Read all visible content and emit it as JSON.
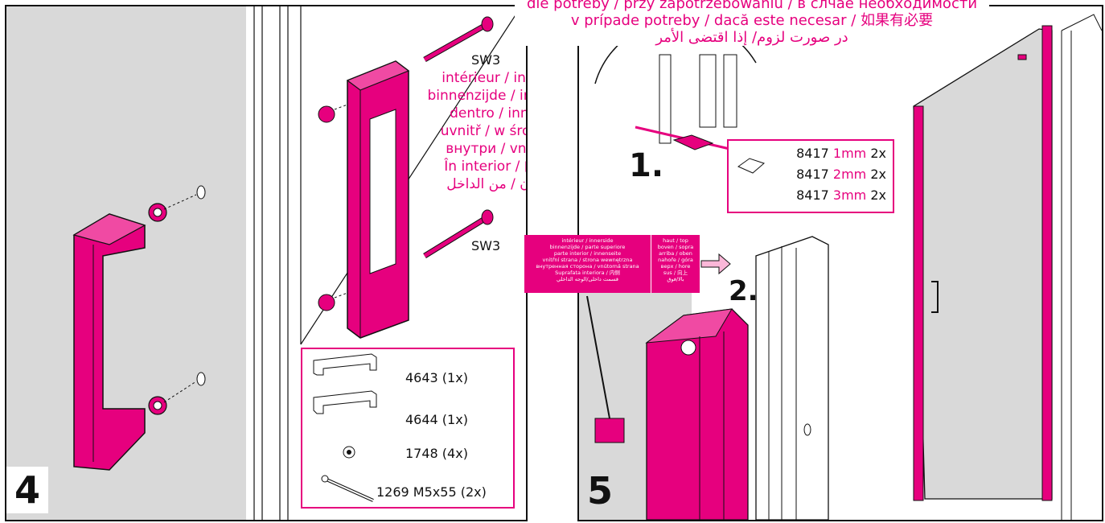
{
  "step4": {
    "number": "4",
    "bolt_label_top": "SW3",
    "bolt_label_bottom": "SW3",
    "inside_lines": [
      "intérieur / inside",
      "binnenzijde / interno",
      "dentro / innen",
      "uvnitř / w środku",
      "внутри / vnútri",
      "În interior / 内部",
      "درون / من الداخل"
    ],
    "parts": [
      {
        "code": "4643 (1x)",
        "icon": "handle-icon"
      },
      {
        "code": "4644 (1x)",
        "icon": "handle-icon"
      },
      {
        "code": "1748 (4x)",
        "icon": "washer-icon"
      },
      {
        "code": "1269 M5x55  (2x)",
        "icon": "bolt-icon"
      }
    ]
  },
  "step5": {
    "number": "5",
    "substep1": "1.",
    "substep2": "2.",
    "if_needed_lines": [
      "dle potřeby / przy zapotrzebowaniu / в слчае необходимости",
      "v prípade potreby / dacă este necesar / 如果有必要",
      "در صورت لزوم/ إذا اقتضى الأمر"
    ],
    "shims": [
      {
        "code": "8417",
        "size": "1mm",
        "qty": "2x"
      },
      {
        "code": "8417",
        "size": "2mm",
        "qty": "2x"
      },
      {
        "code": "8417",
        "size": "3mm",
        "qty": "2x"
      }
    ],
    "sticker": {
      "left_lines": [
        "intérieur / innerside",
        "binnenzijde / parte superiore",
        "parte interior / innenseite",
        "vnitřní strana / strona wewnętrzna",
        "внутренная сторона / vnútorná strana",
        "Suprafata interiora / 内侧",
        "قسمت داخلی/الوجه الداخلي"
      ],
      "right_lines": [
        "haut / top",
        "boven / sopra",
        "arriba / oben",
        "nahoře / góra",
        "верх / hore",
        "sus / 向上",
        "بالا/فوق"
      ]
    }
  },
  "colors": {
    "accent": "#e6007e",
    "grey": "#d9d9d9",
    "line": "#111111"
  }
}
